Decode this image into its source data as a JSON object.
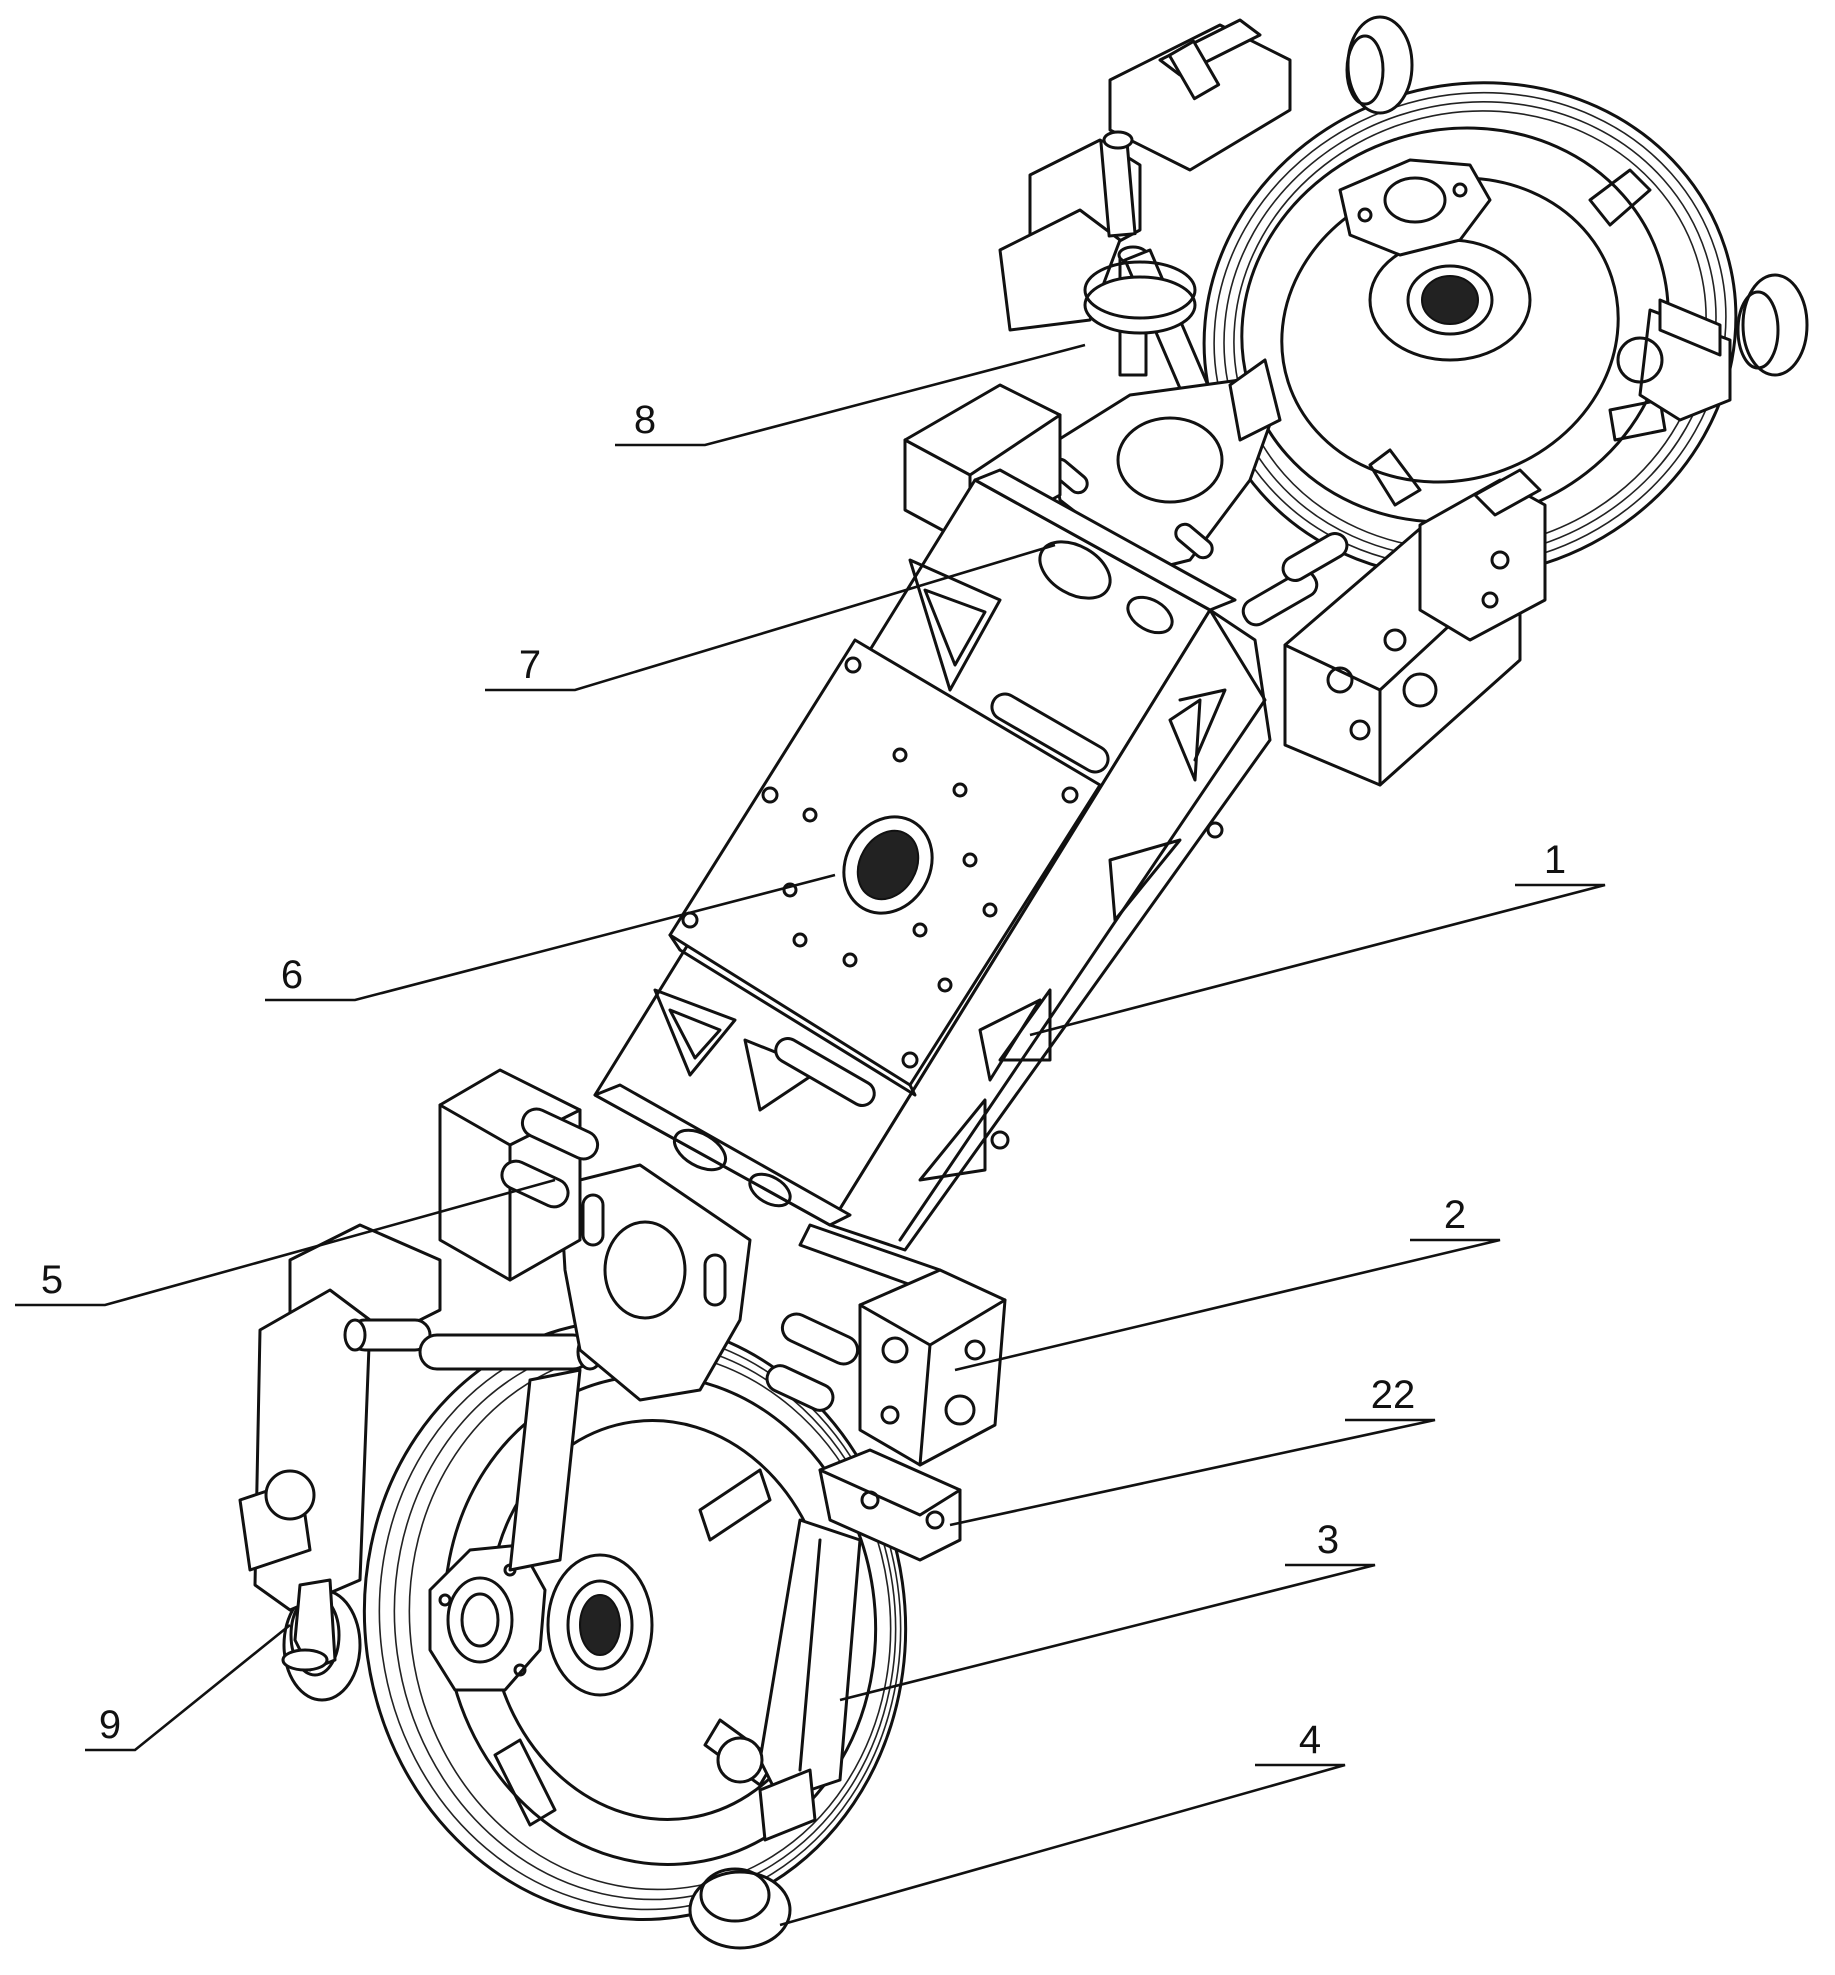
{
  "callouts": [
    {
      "id": "1",
      "text": "1"
    },
    {
      "id": "2",
      "text": "2"
    },
    {
      "id": "22",
      "text": "22"
    },
    {
      "id": "3",
      "text": "3"
    },
    {
      "id": "4",
      "text": "4"
    },
    {
      "id": "5",
      "text": "5"
    },
    {
      "id": "6",
      "text": "6"
    },
    {
      "id": "7",
      "text": "7"
    },
    {
      "id": "8",
      "text": "8"
    },
    {
      "id": "9",
      "text": "9"
    }
  ],
  "colors": {
    "line": "#111111",
    "background": "#ffffff"
  }
}
